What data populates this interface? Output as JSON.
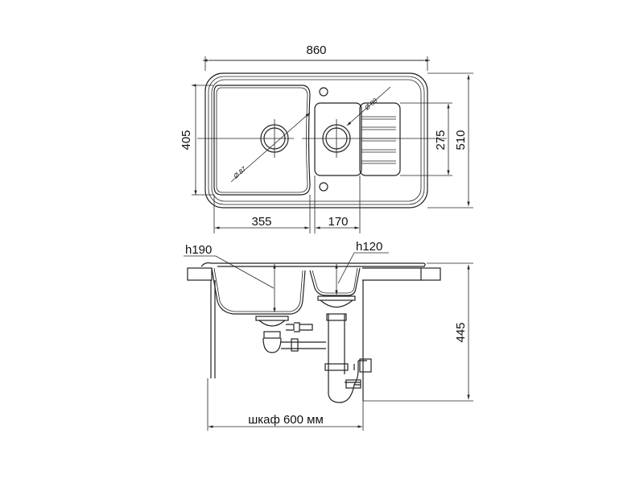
{
  "top_view": {
    "width_total": "860",
    "depth_bowl": "405",
    "depth_total": "510",
    "depth_small_bowl": "275",
    "width_bowl": "355",
    "width_small_bowl": "170",
    "drain_large": "Ø 87",
    "drain_small": "Ø 89"
  },
  "side_view": {
    "depth_large": "h190",
    "depth_small": "h120",
    "height_total": "445",
    "cabinet": "шкаф 600 мм"
  },
  "colors": {
    "line": "#222222",
    "background": "#ffffff"
  }
}
